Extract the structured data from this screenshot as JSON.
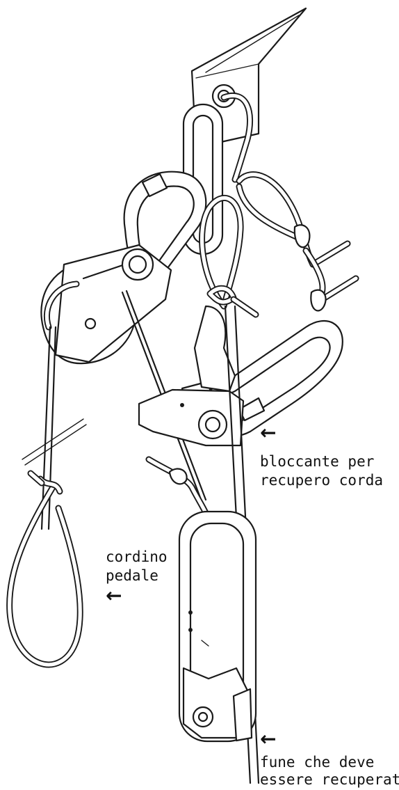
{
  "labels": {
    "rope_grab": {
      "line1": "bloccante per",
      "line2": "recupero corda"
    },
    "foot_loop": {
      "line1": "cordino",
      "line2": "pedale"
    },
    "haul_rope": {
      "line1": "fune che deve",
      "line2": "essere recuperata"
    }
  },
  "arrows": {
    "glyph": "←"
  },
  "colors": {
    "ink": "#1a1a1a",
    "paper": "#ffffff"
  }
}
